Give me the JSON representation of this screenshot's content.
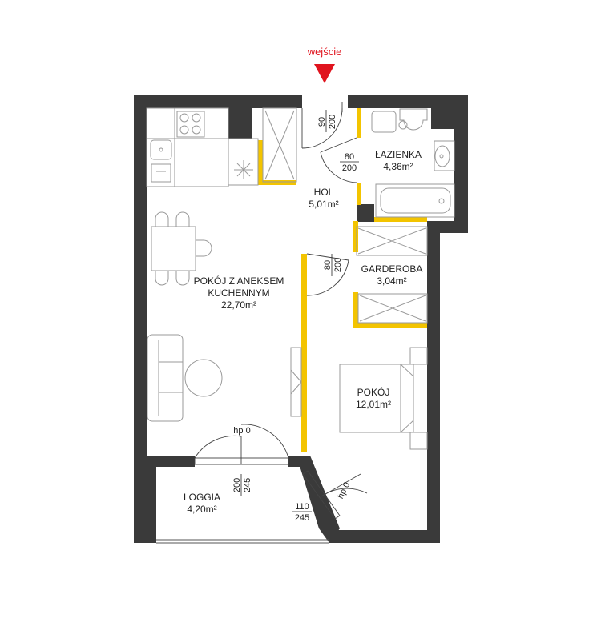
{
  "entrance": {
    "label": "wejście",
    "marker_color": "#e0141e"
  },
  "colors": {
    "wall": "#3a3a3a",
    "partition": "#f3c400",
    "furniture": "#9a9a9a",
    "text": "#222222"
  },
  "rooms": {
    "living": {
      "line1": "POKÓJ Z ANEKSEM",
      "line2": "KUCHENNYM",
      "area": "22,70m²"
    },
    "hall": {
      "name": "HOL",
      "area": "5,01m²"
    },
    "bathroom": {
      "name": "ŁAZIENKA",
      "area": "4,36m²"
    },
    "wardrobe": {
      "name": "GARDEROBA",
      "area": "3,04m²"
    },
    "bedroom": {
      "name": "POKÓJ",
      "area": "12,01m²"
    },
    "loggia": {
      "name": "LOGGIA",
      "area": "4,20m²"
    }
  },
  "doors": {
    "entrance_door": {
      "width": "90",
      "height": "200"
    },
    "bathroom_door": {
      "width": "80",
      "height": "200"
    },
    "bedroom_door": {
      "width": "80",
      "height": "200"
    },
    "loggia_door": {
      "width": "200",
      "height": "245",
      "threshold": "hp 0"
    },
    "bedroom_balcony_door": {
      "width": "110",
      "height": "245",
      "threshold": "hp 0"
    }
  }
}
